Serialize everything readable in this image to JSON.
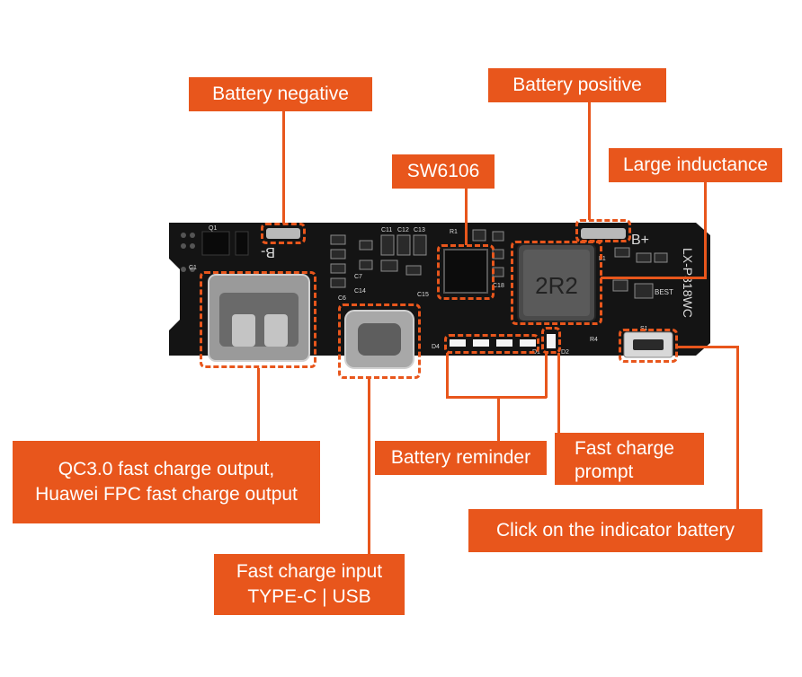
{
  "colors": {
    "accent": "#e8561c",
    "board": "#141414",
    "silkscreen": "#dcdcdc",
    "metal": "#b9b9b9"
  },
  "board": {
    "silkscreen_b_minus": "B-",
    "silkscreen_b_plus": "B+",
    "model": "LX-P318WC",
    "inductor_marking": "2R2",
    "silkscreen_best": "BEST",
    "silkscreen_c1": "C1",
    "silkscreen_c6": "C6",
    "silkscreen_c7": "C7",
    "silkscreen_c14": "C14",
    "silkscreen_c15": "C15",
    "silkscreen_c11": "C11",
    "silkscreen_c12": "C12",
    "silkscreen_c13": "C13",
    "silkscreen_c18": "C18",
    "silkscreen_r1": "R1",
    "silkscreen_r4": "R4",
    "silkscreen_d4": "D4",
    "silkscreen_d1": "D1",
    "silkscreen_d2": "D2",
    "silkscreen_s1": "S1",
    "silkscreen_q1": "Q1",
    "silkscreen_l1": "L1"
  },
  "labels": {
    "battery_negative": "Battery negative",
    "battery_positive": "Battery positive",
    "chip": "SW6106",
    "large_inductance": "Large inductance",
    "qc_output_line1": "QC3.0 fast charge output,",
    "qc_output_line2": "Huawei FPC fast charge output",
    "battery_reminder": "Battery reminder",
    "fast_charge_prompt_line1": "Fast charge",
    "fast_charge_prompt_line2": "prompt",
    "click_indicator": "Click on the indicator battery",
    "fast_charge_input_line1": "Fast charge input",
    "fast_charge_input_line2": "TYPE-C | USB"
  }
}
